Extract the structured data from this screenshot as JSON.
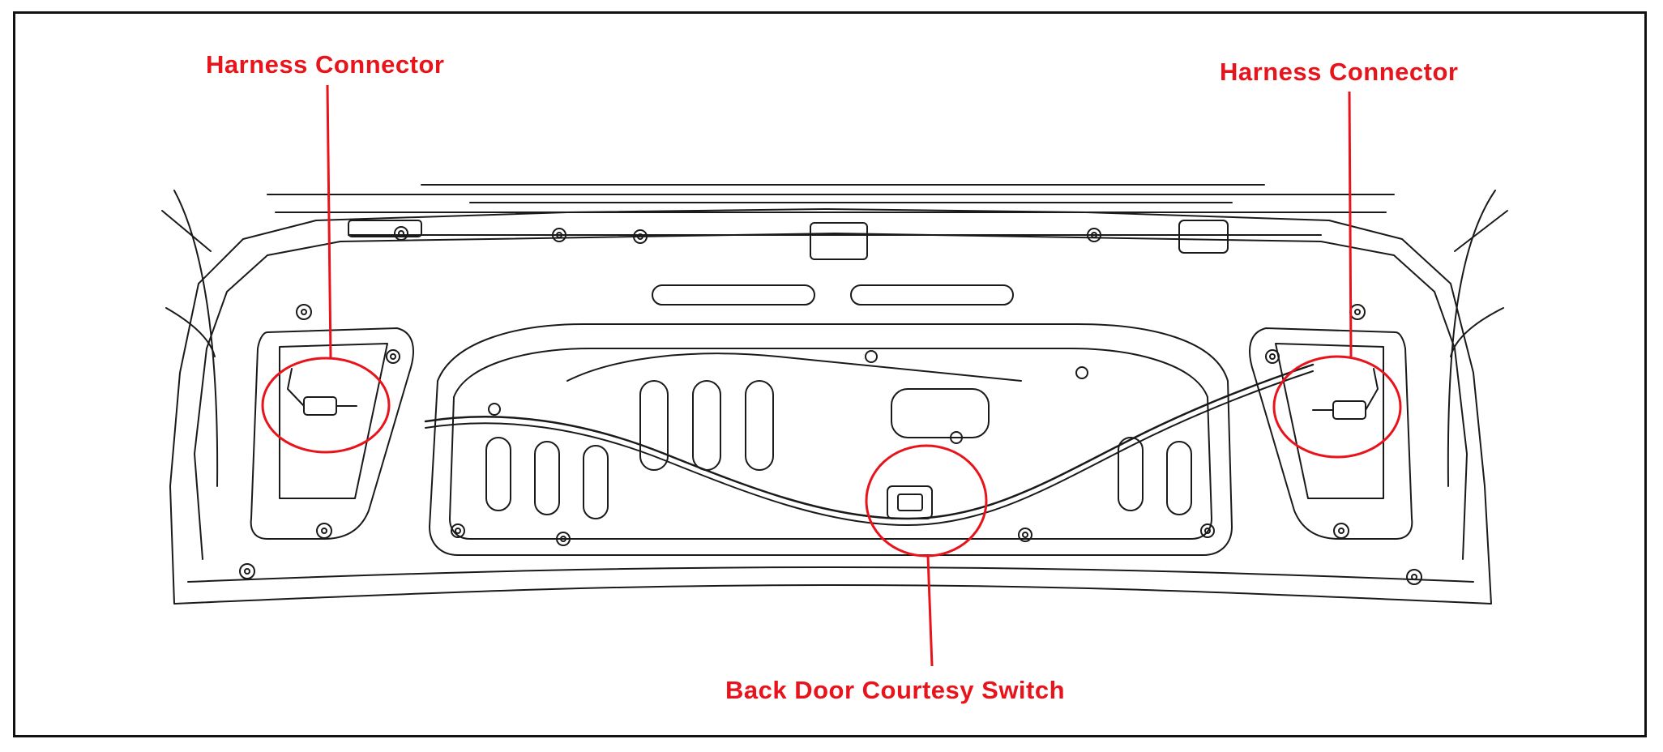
{
  "diagram": {
    "callouts": {
      "left": "Harness Connector",
      "right": "Harness Connector",
      "center": "Back Door Courtesy Switch"
    },
    "accent_color": "#e8141c",
    "line_color": "#1a1a1a"
  }
}
